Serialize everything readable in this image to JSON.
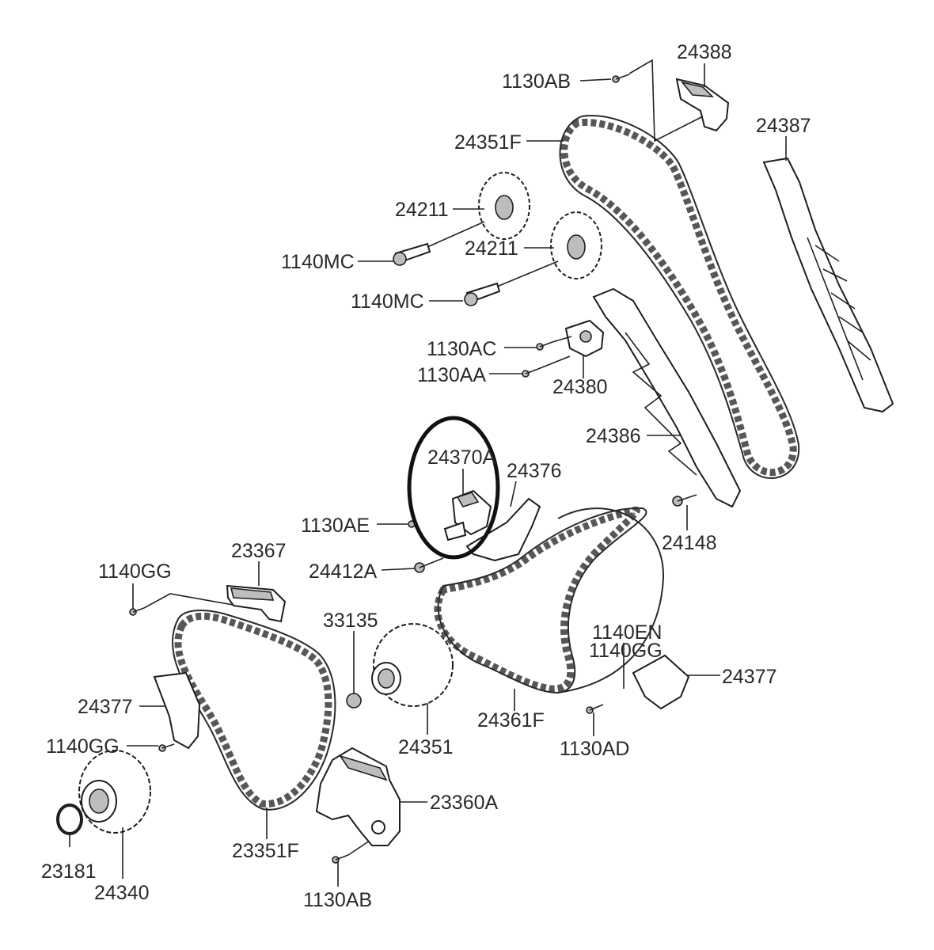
{
  "diagram": {
    "labels": {
      "l_1130AB_top": "1130AB",
      "l_24388": "24388",
      "l_24351F_top": "24351F",
      "l_24387": "24387",
      "l_24211_a": "24211",
      "l_24211_b": "24211",
      "l_1140MC_a": "1140MC",
      "l_1140MC_b": "1140MC",
      "l_1130AC": "1130AC",
      "l_1130AA": "1130AA",
      "l_24380": "24380",
      "l_24386": "24386",
      "l_24370A": "24370A",
      "l_24376": "24376",
      "l_1130AE": "1130AE",
      "l_24148": "24148",
      "l_24412A": "24412A",
      "l_23367": "23367",
      "l_1140GG_top": "1140GG",
      "l_33135": "33135",
      "l_1140EN": "1140EN",
      "l_1140GG_right": "1140GG",
      "l_24377_right": "24377",
      "l_24377_left": "24377",
      "l_24361F": "24361F",
      "l_1130AD": "1130AD",
      "l_24351": "24351",
      "l_1140GG_left": "1140GG",
      "l_23360A": "23360A",
      "l_23351F": "23351F",
      "l_23181": "23181",
      "l_24340": "24340",
      "l_1130AB_bottom": "1130AB"
    },
    "highlighted_part": "24370A"
  }
}
